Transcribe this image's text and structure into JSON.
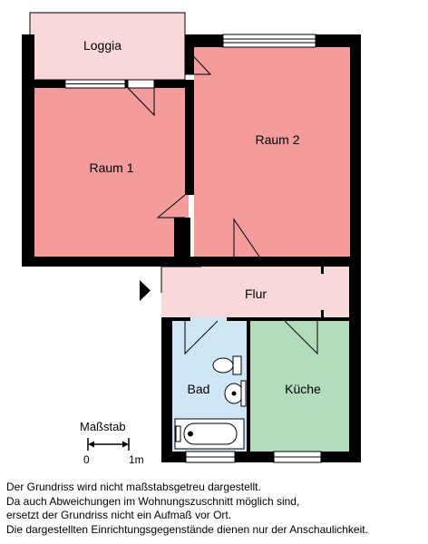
{
  "rooms": {
    "loggia": "Loggia",
    "raum1": "Raum 1",
    "raum2": "Raum 2",
    "flur": "Flur",
    "bad": "Bad",
    "kueche": "Küche"
  },
  "scale": {
    "title": "Maßstab",
    "start": "0",
    "end": "1m"
  },
  "disclaimer": [
    "Der Grundriss wird nicht maßstabsgetreu dargestellt.",
    "Da auch Abweichungen im Wohnungszuschnitt möglich sind,",
    "ersetzt der Grundriss nicht ein Aufmaß vor Ort.",
    "Die dargestellten Einrichtungsgegenstände dienen nur der Anschaulichkeit."
  ],
  "colors": {
    "room_pink": "#f49c9c",
    "loggia_light_pink": "#f8d8d8",
    "flur_light_pink": "#f8d8d8",
    "bad_blue": "#cfe6f7",
    "kueche_green": "#b3dcbc",
    "wall": "#000000"
  }
}
